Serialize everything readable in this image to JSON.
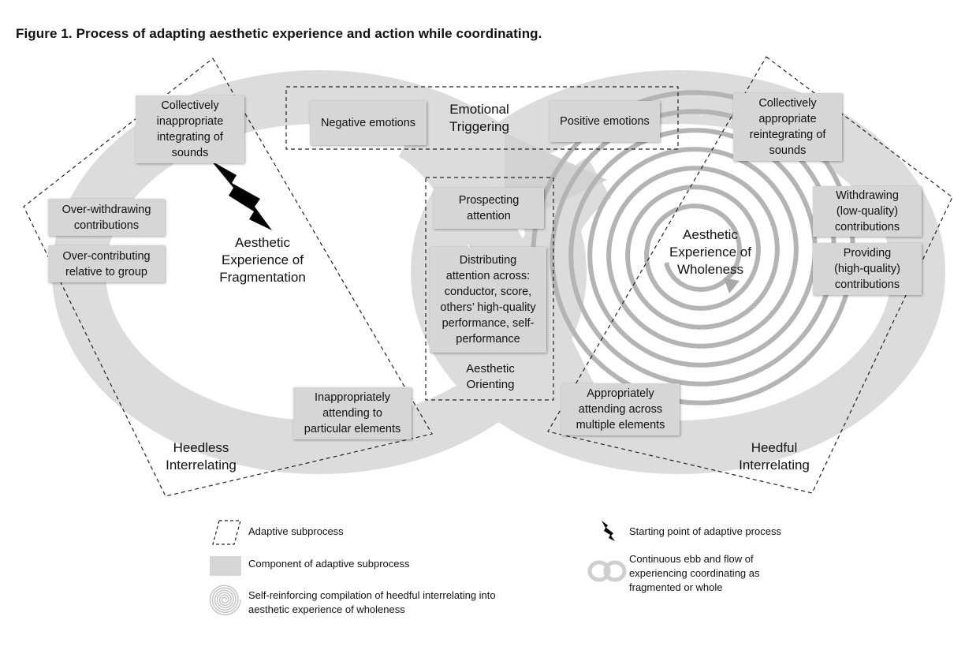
{
  "figure_title": "Figure 1.  Process of adapting aesthetic experience and action while coordinating.",
  "subprocess_labels": {
    "emotional_triggering": "Emotional\nTriggering",
    "aesthetic_orienting": "Aesthetic\nOrienting",
    "heedless_interrelating": "Heedless\nInterrelating",
    "heedful_interrelating": "Heedful\nInterrelating"
  },
  "experience_labels": {
    "fragmentation": "Aesthetic\nExperience of\nFragmentation",
    "wholeness": "Aesthetic\nExperience of\nWholeness"
  },
  "components": {
    "collectively_inappropriate": "Collectively\ninappropriate\nintegrating of\nsounds",
    "over_withdrawing": "Over-withdrawing\ncontributions",
    "over_contributing": "Over-contributing\nrelative to group",
    "inappropriately_attending": "Inappropriately\nattending to\nparticular elements",
    "negative_emotions": "Negative emotions",
    "positive_emotions": "Positive emotions",
    "prospecting_attention": "Prospecting\nattention",
    "distributing_attention": "Distributing\nattention across:\nconductor, score,\nothers’ high-quality\nperformance, self-\nperformance",
    "collectively_appropriate": "Collectively\nappropriate\nreintegrating of\nsounds",
    "withdrawing": "Withdrawing\n(low-quality)\ncontributions",
    "providing": "Providing\n(high-quality)\ncontributions",
    "appropriately_attending": "Appropriately\nattending across\nmultiple elements"
  },
  "legend": {
    "adaptive_subprocess": "Adaptive subprocess",
    "component": "Component of adaptive subprocess",
    "self_reinforcing": "Self-reinforcing compilation of heedful interrelating into\naesthetic experience of wholeness",
    "starting_point": "Starting point of adaptive process",
    "ebb_flow": "Continuous ebb and flow of\nexperiencing coordinating as\nfragmented or whole"
  },
  "colors": {
    "loop": "#dcdcdc",
    "component_fill": "#d6d6d6",
    "spiral": "#b4b4b4",
    "lightning": "#000000",
    "dashed_border": "#222222"
  },
  "icons": [
    "lightning-bolt-icon",
    "spiral-icon",
    "infinity-loop-icon",
    "dashed-parallelogram-icon",
    "gray-rectangle-icon"
  ]
}
